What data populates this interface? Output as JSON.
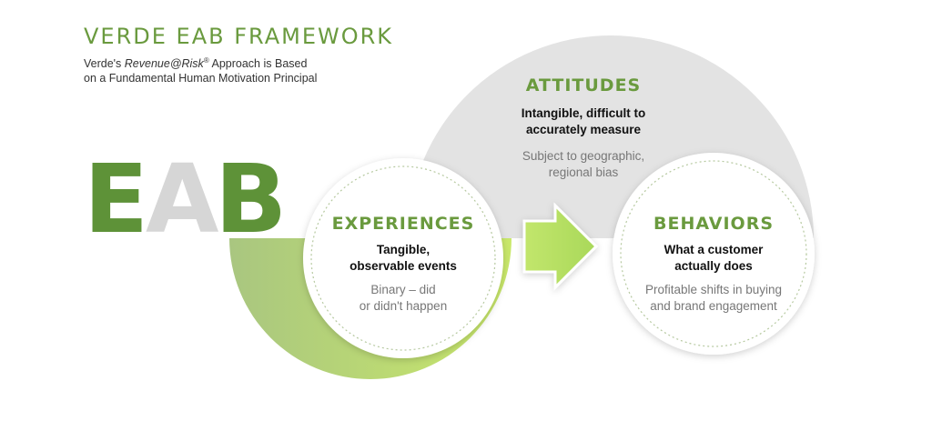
{
  "header": {
    "title": "VERDE EAB FRAMEWORK",
    "subtitle_prefix": "Verde's ",
    "subtitle_italic": "Revenue@Risk",
    "subtitle_reg": "®",
    "subtitle_suffix": " Approach is Based",
    "subtitle_line2": "on a Fundamental Human Motivation Principal"
  },
  "logo": {
    "letters": [
      "E",
      "A",
      "B"
    ]
  },
  "attitudes": {
    "title": "ATTITUDES",
    "bold_line1": "Intangible, difficult to",
    "bold_line2": "accurately measure",
    "light_line1": "Subject to geographic,",
    "light_line2": "regional bias"
  },
  "experiences": {
    "title": "EXPERIENCES",
    "bold_line1": "Tangible,",
    "bold_line2": "observable events",
    "light_line1": "Binary – did",
    "light_line2": "or didn't happen"
  },
  "behaviors": {
    "title": "BEHAVIORS",
    "bold_line1": "What a customer",
    "bold_line2": "actually does",
    "light_line1": "Profitable shifts in buying",
    "light_line2": "and brand engagement"
  },
  "colors": {
    "green_dark": "#5e9238",
    "green_light": "#c5e36a",
    "grey_arc": "#e3e3e3",
    "grey_letter": "#d6d6d6"
  }
}
